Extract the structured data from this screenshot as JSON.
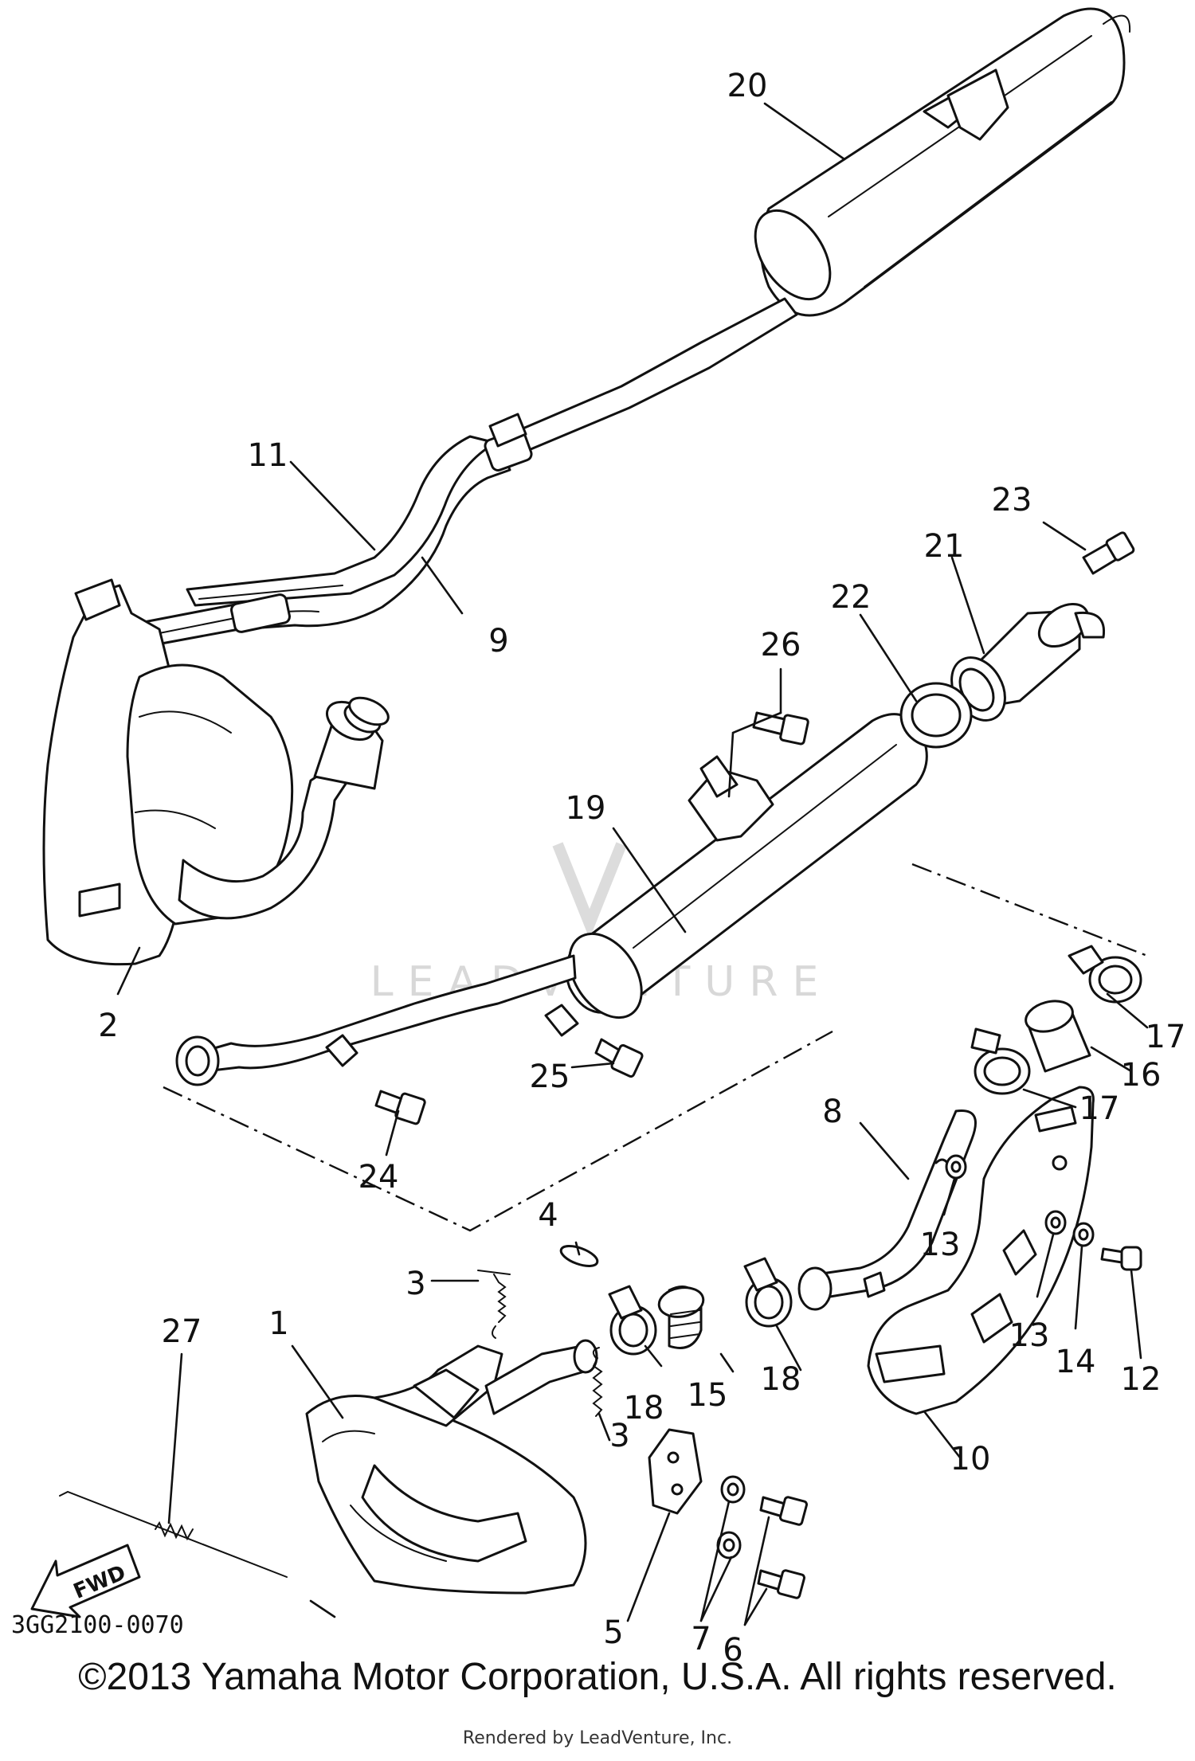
{
  "diagram": {
    "drawing_code": "3GG2100-0070",
    "copyright": "©2013 Yamaha Motor Corporation, U.S.A. All rights reserved.",
    "rendered_by": "Rendered by LeadVenture, Inc.",
    "watermark": "LEADVENTURE",
    "fwd_label": "FWD",
    "callouts": {
      "c1": "1",
      "c2": "2",
      "c3a": "3",
      "c3b": "3",
      "c4": "4",
      "c5": "5",
      "c6": "6",
      "c7": "7",
      "c8": "8",
      "c9": "9",
      "c10": "10",
      "c11": "11",
      "c12": "12",
      "c13a": "13",
      "c13b": "13",
      "c14": "14",
      "c15": "15",
      "c16": "16",
      "c17a": "17",
      "c17b": "17",
      "c18a": "18",
      "c18b": "18",
      "c19": "19",
      "c20": "20",
      "c21": "21",
      "c22": "22",
      "c23": "23",
      "c24": "24",
      "c25": "25",
      "c26": "26",
      "c27": "27"
    }
  }
}
